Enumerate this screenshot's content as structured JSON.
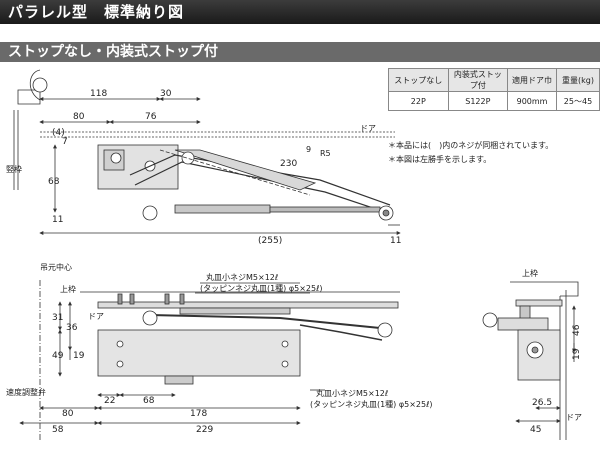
{
  "title": "パラレル型　標準納り図",
  "subtitle": "ストップなし・内装式ストップ付",
  "spec_table": {
    "headers": [
      "ストップなし",
      "内装式ストップ付",
      "適用ドア巾",
      "重量(kg)"
    ],
    "row": [
      "22P",
      "S122P",
      "900mm",
      "25～45"
    ]
  },
  "notes": [
    "本品には(　)内のネジが同梱されています。",
    "本図は左勝手を示します。"
  ],
  "labels": {
    "door_top": "ドア",
    "frame": "竪枠",
    "pivot_center": "吊元中心",
    "upper_frame": "上枠",
    "door_mid": "ドア",
    "speed_valve": "速度調整弁",
    "upper_frame_right": "上枠",
    "door_right": "ドア",
    "screw1a": "丸皿小ネジM5×12ℓ",
    "screw1b": "(タッピンネジ丸皿(1種) φ5×25ℓ)",
    "screw2a": "丸皿小ネジM5×12ℓ",
    "screw2b": "(タッピンネジ丸皿(1種) φ5×25ℓ)"
  },
  "dims_top": {
    "d118": "118",
    "d30": "30",
    "d80": "80",
    "d76": "76",
    "d4": "(4)",
    "d7": "7",
    "d68": "68",
    "d11a": "11",
    "d230": "230",
    "d255": "(255)",
    "d11b": "11",
    "r9": "9",
    "r5": "R5"
  },
  "dims_bottom": {
    "d31": "31",
    "d36": "36",
    "d49": "49",
    "d19": "19",
    "d22": "22",
    "d68": "68",
    "d80": "80",
    "d178": "178",
    "d58": "58",
    "d229": "229"
  },
  "dims_side": {
    "d46": "46",
    "d19": "19",
    "d26_5": "26.5",
    "d45": "45"
  }
}
